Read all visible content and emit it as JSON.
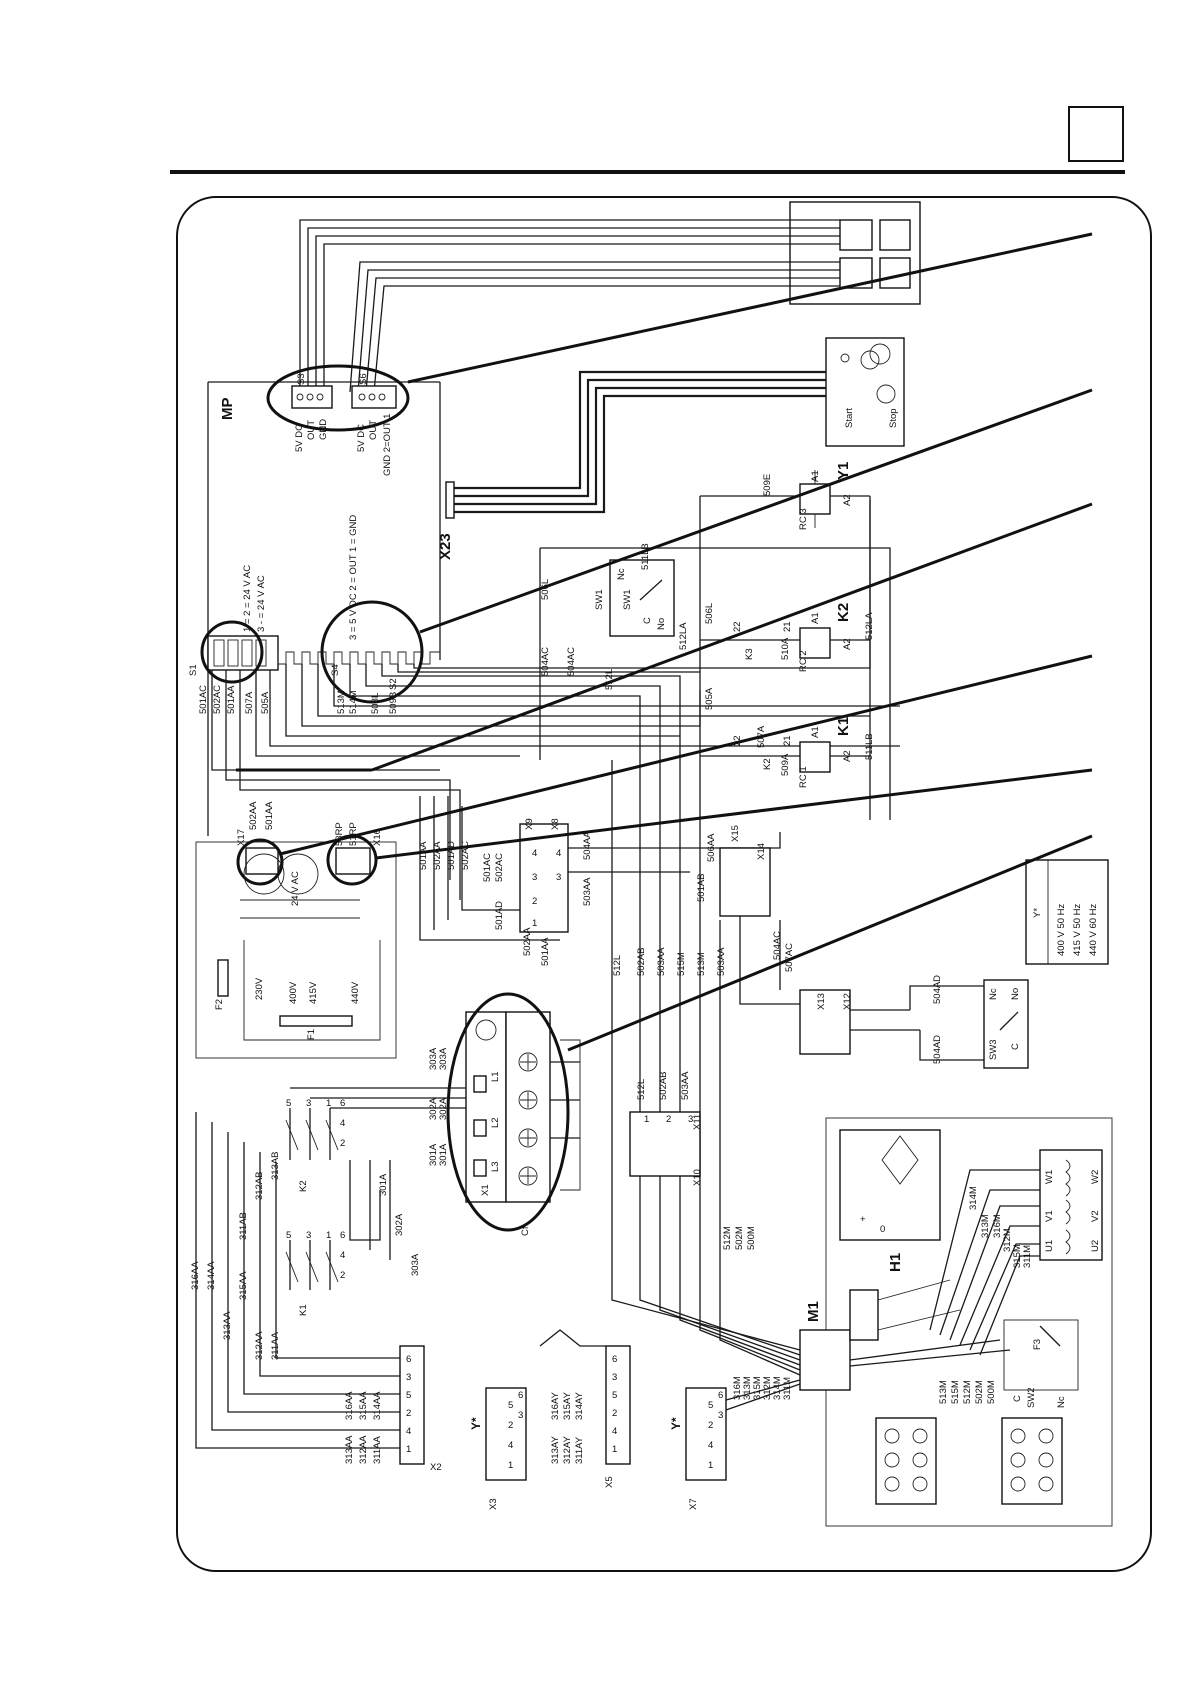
{
  "diagram": {
    "board": "MP",
    "sensors": {
      "s3": {
        "name": "S3",
        "pins": [
          "5V DC",
          "OUT",
          "GND"
        ]
      },
      "s6": {
        "name": "S6",
        "pins": [
          "5V DC",
          "OUT",
          "GND 2=OUT 1"
        ]
      }
    },
    "connector_x23": "X23",
    "control_panel": {
      "start": "Start",
      "stop": "Stop"
    },
    "s1_block": {
      "name": "S1",
      "note_a": "1 = 2 = 24 V AC",
      "note_b": "3 - = 24 V AC"
    },
    "s2_block": {
      "name": "S2",
      "note": "3 = 5 V DC 2 = OUT 1 = GND"
    },
    "s4": "S4",
    "s1_wires": [
      "501AC",
      "502AC",
      "501AA",
      "507A",
      "505A",
      "508L"
    ],
    "s2_wires": [
      "513M",
      "514M",
      "508L",
      "509B"
    ],
    "relays": {
      "y1": {
        "name": "Y1",
        "a1": "A1",
        "a2": "A2",
        "rc": "RC 3",
        "wire": "509E"
      },
      "k2": {
        "name": "K2",
        "a1": "A1",
        "a2": "A2",
        "rc": "RC 2",
        "wire": "512LA",
        "k3": "K3",
        "wire2": "510A",
        "c22": "22",
        "c21": "21"
      },
      "k1": {
        "name": "K1",
        "a1": "A1",
        "a2": "A2",
        "rc": "RC 1",
        "wire": "511LB",
        "k2": "K2",
        "wire2": "509A",
        "c22": "22",
        "c21": "21"
      }
    },
    "sw1": {
      "name": "SW1",
      "nc": "Nc",
      "no": "No",
      "c": "C",
      "wire": "511LB"
    },
    "mid_wires": [
      "506L",
      "504AC",
      "504AC",
      "505A",
      "512L",
      "506L",
      "512LA",
      "507A"
    ],
    "x17": {
      "name": "X17",
      "wire": "502AA",
      "wire2": "501AA"
    },
    "x16": {
      "name": "X16",
      "wire": "53RP",
      "wire2": "51RP"
    },
    "transformer": {
      "out": "24 V AC",
      "taps": [
        "230V",
        "400V",
        "415V",
        "440V"
      ],
      "fuse_f2": "F2",
      "fuse_f1": "F1"
    },
    "x9": {
      "name": "X9",
      "x8": "X8",
      "pins": [
        "4",
        "3",
        "2",
        "1",
        "4",
        "3"
      ]
    },
    "x9_wires": [
      "504AA",
      "503AA",
      "502AC",
      "501AC",
      "501AD",
      "502AA",
      "501AA",
      "501AA",
      "502AA",
      "501AD",
      "502AC"
    ],
    "x15": {
      "name": "X15",
      "x14": "X14",
      "wire": "501AB",
      "wire2": "506AA"
    },
    "x13": {
      "name": "X13",
      "x12": "X12",
      "wire": "504AC",
      "wire2": "507AC"
    },
    "sw3": {
      "name": "SW3",
      "nc": "Nc",
      "no": "No",
      "c": "C",
      "wire": "504AD",
      "wire2": "504AD"
    },
    "y_table": {
      "title": "Y*",
      "rows": [
        "400 V 50 Hz",
        "415 V 50 Hz",
        "440 V 60 Hz"
      ]
    },
    "vertical_wires": [
      "512L",
      "502AB",
      "503AA",
      "515M",
      "513M",
      "503AA"
    ],
    "terminal_block": {
      "name": "X1",
      "cap": "Cf",
      "lines": [
        "L1",
        "L2",
        "L3"
      ],
      "wires": [
        "303A",
        "302A",
        "301A",
        "303A",
        "302A",
        "301A"
      ]
    },
    "contactors": {
      "k2": {
        "name": "K2",
        "top": [
          "5",
          "3",
          "1"
        ],
        "bot": [
          "6",
          "4",
          "2"
        ]
      },
      "k1": {
        "name": "K1",
        "top": [
          "5",
          "3",
          "1"
        ],
        "bot": [
          "6",
          "4",
          "2"
        ]
      },
      "wires": [
        "316AA",
        "314AA",
        "313AA",
        "311AB",
        "312AB",
        "313AB",
        "315AA",
        "312AA",
        "311AA",
        "301A",
        "302A",
        "303A"
      ]
    },
    "x10": {
      "name": "X10",
      "x11": "X11",
      "pins": [
        "1",
        "2",
        "3"
      ],
      "wires": [
        "512L",
        "502AB",
        "503AA"
      ]
    },
    "h1": {
      "name": "H1",
      "plus": "+",
      "zero": "0"
    },
    "motor": {
      "name": "M1",
      "windings": [
        "W1",
        "V1",
        "U1",
        "W2",
        "V2",
        "U2"
      ],
      "wires": [
        "314M",
        "313M",
        "316M",
        "312M",
        "315M",
        "311M"
      ]
    },
    "m1_wires": [
      "512M",
      "502M",
      "500M"
    ],
    "x2": {
      "name": "X2",
      "pins": [
        "1",
        "4",
        "2",
        "5",
        "3",
        "6"
      ],
      "wires": [
        "311AA",
        "314AA",
        "312AA",
        "315AA",
        "313AA",
        "316AA"
      ]
    },
    "x3": {
      "name": "X3",
      "y": "Y*",
      "pins": [
        "1",
        "4",
        "2",
        "5",
        "3",
        "6"
      ]
    },
    "x5": {
      "name": "X5",
      "pins": [
        "1",
        "4",
        "2",
        "5",
        "3",
        "6"
      ],
      "wires": [
        "311AY",
        "314AY",
        "312AY",
        "315AY",
        "313AY",
        "316AY"
      ]
    },
    "x7": {
      "name": "X7",
      "y": "Y*",
      "pins": [
        "1",
        "4",
        "2",
        "5",
        "3",
        "6"
      ],
      "wires": [
        "316M",
        "313M",
        "315M",
        "312M",
        "314M",
        "311M"
      ]
    },
    "sw2": {
      "name": "SW2",
      "c": "C",
      "nc": "Nc",
      "fuse": "F3"
    },
    "m1_terminal_wires": [
      "513M",
      "515M",
      "512M",
      "502M",
      "500M"
    ]
  }
}
